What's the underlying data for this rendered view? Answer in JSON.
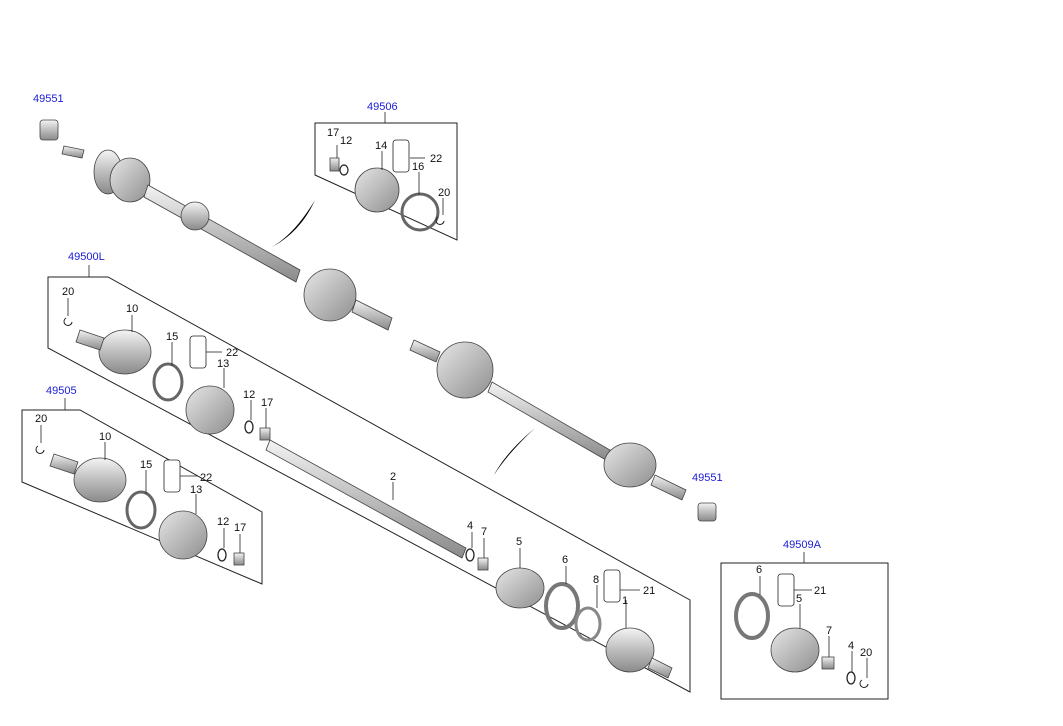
{
  "ref_codes": {
    "top_left": "49551",
    "box_top": "49506",
    "box_left_large": "49500L",
    "box_left_small": "49505",
    "right_nut": "49551",
    "box_right": "49509A"
  },
  "box_49506": {
    "l17": "17",
    "l12": "12",
    "l14": "14",
    "l16": "16",
    "l22": "22",
    "l20": "20"
  },
  "box_49500L": {
    "l20": "20",
    "l10": "10",
    "l15": "15",
    "l22": "22",
    "l13": "13",
    "l12": "12",
    "l17": "17",
    "l2": "2",
    "l4": "4",
    "l7": "7",
    "l5": "5",
    "l6": "6",
    "l8": "8",
    "l21": "21",
    "l1": "1"
  },
  "box_49505": {
    "l20": "20",
    "l10": "10",
    "l15": "15",
    "l22": "22",
    "l13": "13",
    "l12": "12",
    "l17": "17"
  },
  "box_49509A": {
    "l6": "6",
    "l21": "21",
    "l5": "5",
    "l7": "7",
    "l4": "4",
    "l20": "20"
  },
  "colors": {
    "metal_light": "#e8e8e8",
    "metal_mid": "#bdbdbd",
    "metal_dark": "#8a8a8a",
    "ref_blue": "#1a1ad6",
    "line": "#222222"
  }
}
